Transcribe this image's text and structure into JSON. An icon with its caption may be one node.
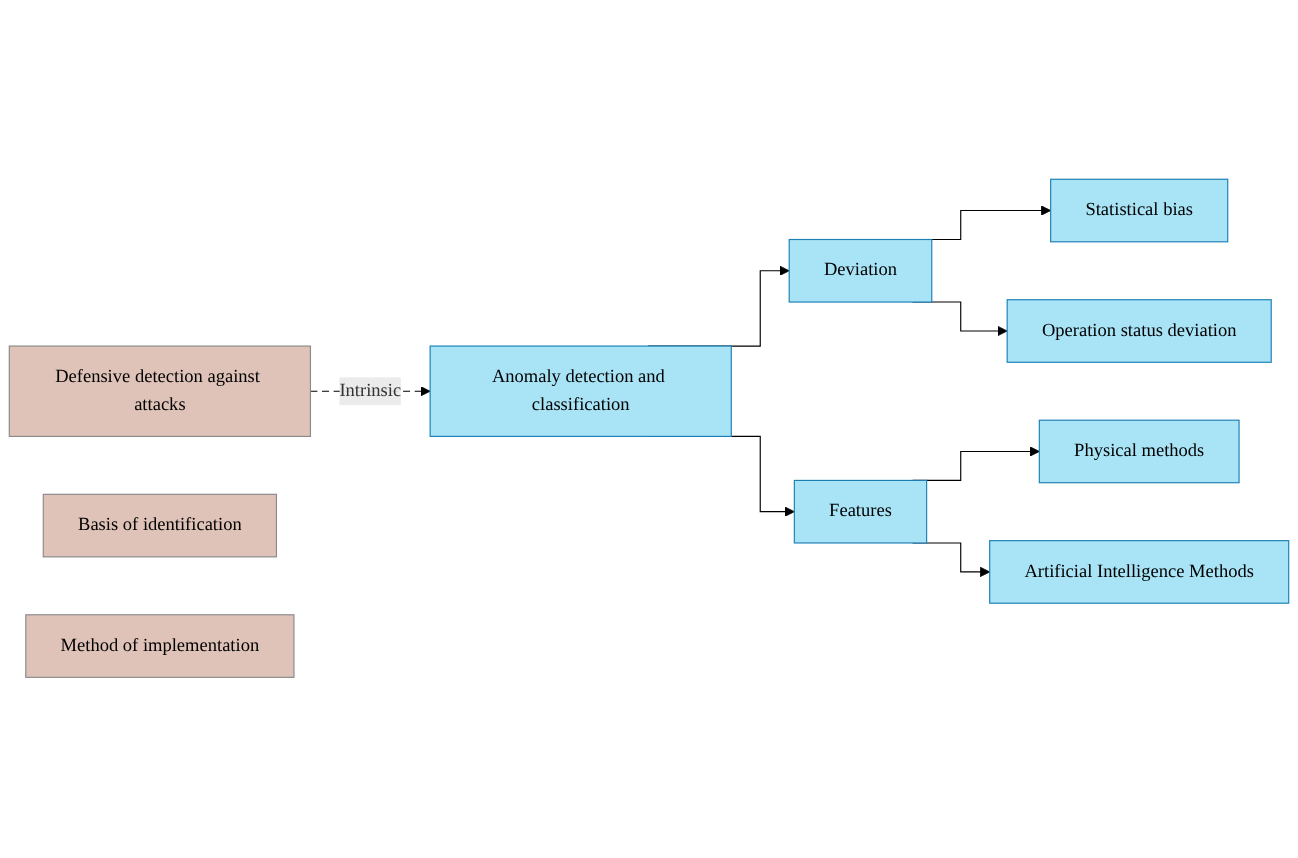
{
  "diagram": {
    "nodes": [
      {
        "text": [
          "Defensive detection against attacks"
        ]
      },
      {
        "text": [
          "Basis of identification"
        ]
      },
      {
        "text": [
          "Method of implementation"
        ]
      },
      {
        "text": [
          "Anomaly detection and classification"
        ]
      },
      {
        "text": [
          "Deviation"
        ]
      },
      {
        "text": [
          "Features"
        ]
      },
      {
        "text": [
          "Statistical bias"
        ]
      },
      {
        "text": [
          "Operation status deviation"
        ]
      },
      {
        "text": [
          "Physical methods"
        ]
      },
      {
        "text": [
          "Artificial Intelligence Methods"
        ]
      }
    ],
    "edges": [
      {
        "from": 0,
        "to": 3,
        "arrow": "to",
        "label": "Intrinsic",
        "style": "dashed"
      },
      {
        "from": 3,
        "to": 4,
        "arrow": "to"
      },
      {
        "from": 3,
        "to": 5,
        "arrow": "to"
      },
      {
        "from": 4,
        "to": 6,
        "arrow": "to"
      },
      {
        "from": 4,
        "to": 7,
        "arrow": "to"
      },
      {
        "from": 5,
        "to": 8,
        "arrow": "to"
      },
      {
        "from": 5,
        "to": 9,
        "arrow": "to"
      }
    ]
  }
}
